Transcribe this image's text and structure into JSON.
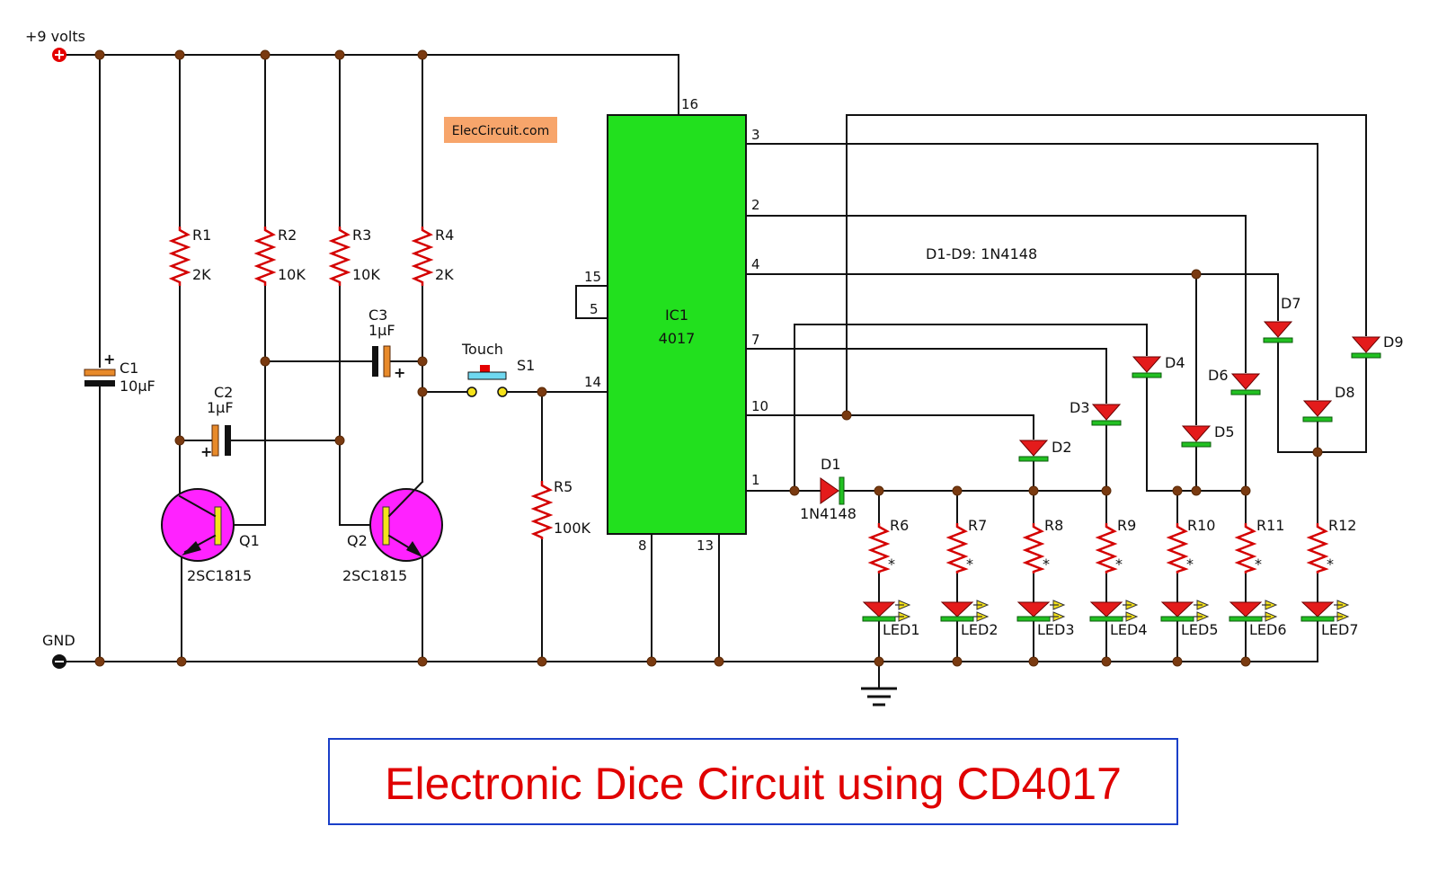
{
  "title": "Electronic Dice Circuit using CD4017",
  "watermark": "ElecCircuit.com",
  "supply": {
    "positive": "+9 volts",
    "ground": "GND"
  },
  "ic": {
    "name": "IC1",
    "part": "4017",
    "pins": {
      "p16": "16",
      "p15": "15",
      "p5": "5",
      "p14": "14",
      "p8": "8",
      "p13": "13",
      "p3": "3",
      "p2": "2",
      "p4": "4",
      "p7": "7",
      "p10": "10",
      "p1": "1"
    }
  },
  "diode_note": "D1-D9: 1N4148",
  "switch": {
    "name": "S1",
    "label": "Touch"
  },
  "resistors": {
    "R1": {
      "name": "R1",
      "value": "2K"
    },
    "R2": {
      "name": "R2",
      "value": "10K"
    },
    "R3": {
      "name": "R3",
      "value": "10K"
    },
    "R4": {
      "name": "R4",
      "value": "2K"
    },
    "R5": {
      "name": "R5",
      "value": "100K"
    },
    "R6": {
      "name": "R6",
      "value": "*"
    },
    "R7": {
      "name": "R7",
      "value": "*"
    },
    "R8": {
      "name": "R8",
      "value": "*"
    },
    "R9": {
      "name": "R9",
      "value": "*"
    },
    "R10": {
      "name": "R10",
      "value": "*"
    },
    "R11": {
      "name": "R11",
      "value": "*"
    },
    "R12": {
      "name": "R12",
      "value": "*"
    }
  },
  "capacitors": {
    "C1": {
      "name": "C1",
      "value": "10µF"
    },
    "C2": {
      "name": "C2",
      "value": "1µF"
    },
    "C3": {
      "name": "C3",
      "value": "1µF"
    }
  },
  "transistors": {
    "Q1": {
      "name": "Q1",
      "part": "2SC1815"
    },
    "Q2": {
      "name": "Q2",
      "part": "2SC1815"
    }
  },
  "diodes": {
    "D1": {
      "name": "D1",
      "part": "1N4148"
    },
    "D2": {
      "name": "D2"
    },
    "D3": {
      "name": "D3"
    },
    "D4": {
      "name": "D4"
    },
    "D5": {
      "name": "D5"
    },
    "D6": {
      "name": "D6"
    },
    "D7": {
      "name": "D7"
    },
    "D8": {
      "name": "D8"
    },
    "D9": {
      "name": "D9"
    }
  },
  "leds": {
    "LED1": "LED1",
    "LED2": "LED2",
    "LED3": "LED3",
    "LED4": "LED4",
    "LED5": "LED5",
    "LED6": "LED6",
    "LED7": "LED7"
  },
  "colors": {
    "ic_fill": "#22e01e",
    "transistor_fill": "#ff22ff",
    "title_text": "#e00000",
    "title_border": "#1a3fc8",
    "watermark_bg": "#f7a56b",
    "resistor": "#d40000",
    "diode": "#e41b1b"
  }
}
